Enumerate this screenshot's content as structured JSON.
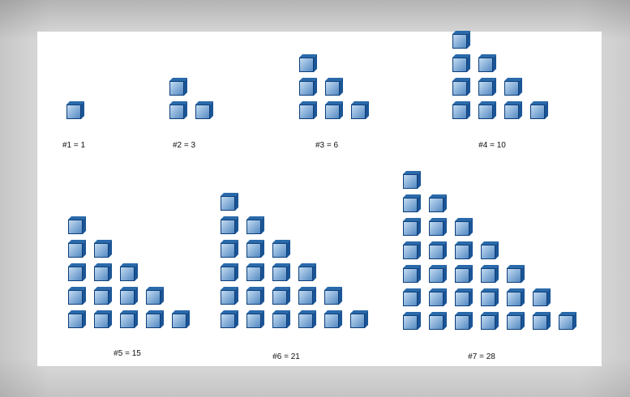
{
  "diagram": {
    "cube_colors": {
      "front_light": "#c7def3",
      "front_dark": "#4f86c0",
      "top": "#2a6aaa",
      "side": "#1b5596",
      "edge": "#0c3e7a"
    },
    "patterns": [
      {
        "label": "#1 = 1",
        "n": 1
      },
      {
        "label": "#2 = 3",
        "n": 2
      },
      {
        "label": "#3 = 6",
        "n": 3
      },
      {
        "label": "#4 = 10",
        "n": 4
      },
      {
        "label": "#5 = 15",
        "n": 5
      },
      {
        "label": "#6 = 21",
        "n": 6
      },
      {
        "label": "#7 = 28",
        "n": 7
      }
    ]
  }
}
